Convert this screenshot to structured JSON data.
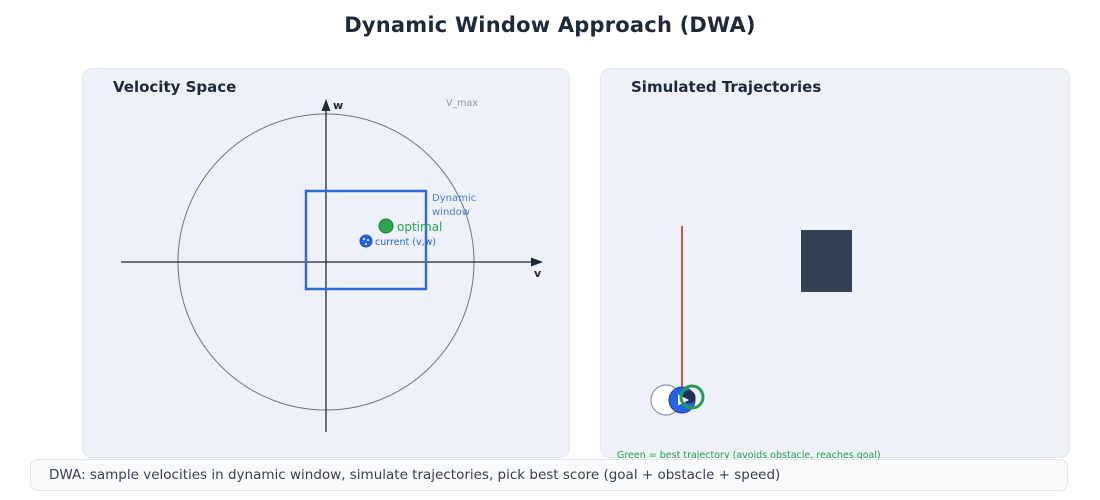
{
  "page": {
    "title": "Dynamic Window Approach (DWA)",
    "caption": "DWA: sample velocities in dynamic window, simulate trajectories, pick best score (goal + obstacle + speed)"
  },
  "velocity_panel": {
    "title": "Velocity Space",
    "v_axis_label": "v",
    "w_axis_label": "w",
    "v_max_label": "V_max",
    "dynamic_window_label_line1": "Dynamic",
    "dynamic_window_label_line2": "window",
    "optimal_label": "optimal",
    "current_label": "current (v,w)"
  },
  "trajectory_panel": {
    "title": "Simulated Trajectories",
    "note": "Green = best trajectory (avoids obstacle, reaches goal)"
  },
  "colors": {
    "ink": "#1e293b",
    "muted_grey": "#8d96a8",
    "dynamic_window_blue": "#2f6bd0",
    "label_blue": "#4a7fd6",
    "current_blue": "#2563eb",
    "optimal_green": "#2aa44e",
    "best_trajectory_green": "#1fa04d",
    "rejected_trajectory_red": "#c92a2a",
    "obstacle_slate": "#334155",
    "panel_bg": "#eef2f8"
  }
}
